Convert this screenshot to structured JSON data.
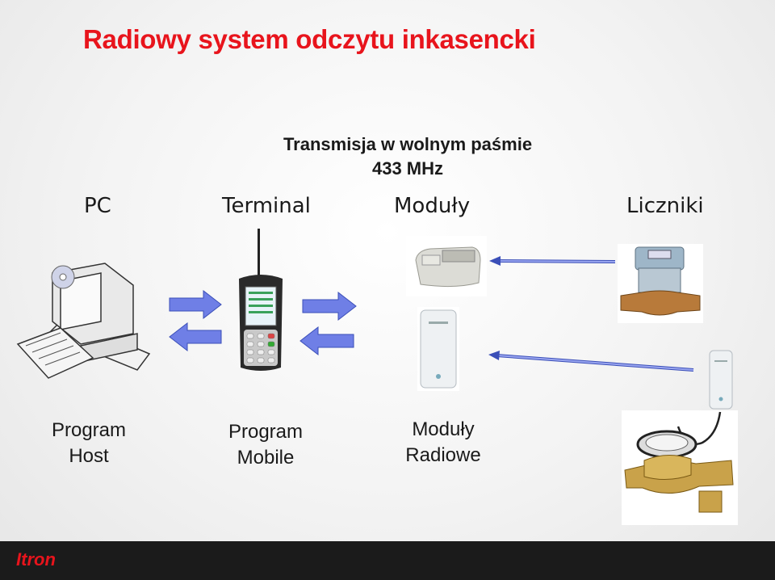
{
  "title": "Radiowy system odczytu inkasencki",
  "transmission": {
    "line1": "Transmisja w wolnym paśmie",
    "line2": "433 MHz"
  },
  "columns": {
    "pc": "PC",
    "terminal": "Terminal",
    "modules": "Moduły",
    "meters": "Liczniki"
  },
  "captions": {
    "host": {
      "line1": "Program",
      "line2": "Host"
    },
    "mobile": {
      "line1": "Program",
      "line2": "Mobile"
    },
    "radio": {
      "line1": "Moduły",
      "line2": "Radiowe"
    }
  },
  "footer": {
    "logo": "Itron"
  },
  "colors": {
    "title": "#e8141c",
    "arrow": "#6f7fe6",
    "footer": "#1b1b1b"
  },
  "icons": [
    "computer-icon",
    "handheld-terminal-icon",
    "radio-module-icon",
    "water-meter-icon"
  ]
}
